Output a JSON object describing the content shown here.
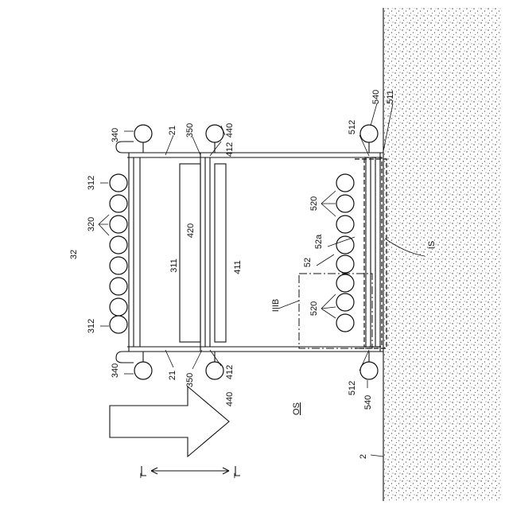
{
  "labels": {
    "l340_top": "340",
    "l21_top": "21",
    "l350_top": "350",
    "l440_top": "440",
    "l412_top": "412",
    "l512_top": "512",
    "l540_top": "540",
    "l511": "511",
    "l312_top": "312",
    "l320": "320",
    "l32": "32",
    "l420": "420",
    "l311": "311",
    "l411": "411",
    "l520_top": "520",
    "l52a": "52a",
    "l52": "52",
    "lIS": "IS",
    "lIIIB": "IIIB",
    "l520_bot": "520",
    "l312_bot": "312",
    "l340_bot": "340",
    "l21_bot": "21",
    "l350_bot": "350",
    "l412_bot": "412",
    "l440_bot": "440",
    "l512_bot": "512",
    "l540_bot": "540",
    "lOS": "OS",
    "l2": "2",
    "lT_left": "T",
    "lT_right": "T"
  },
  "colors": {
    "ink": "#111111",
    "ground": "#ffffff"
  }
}
